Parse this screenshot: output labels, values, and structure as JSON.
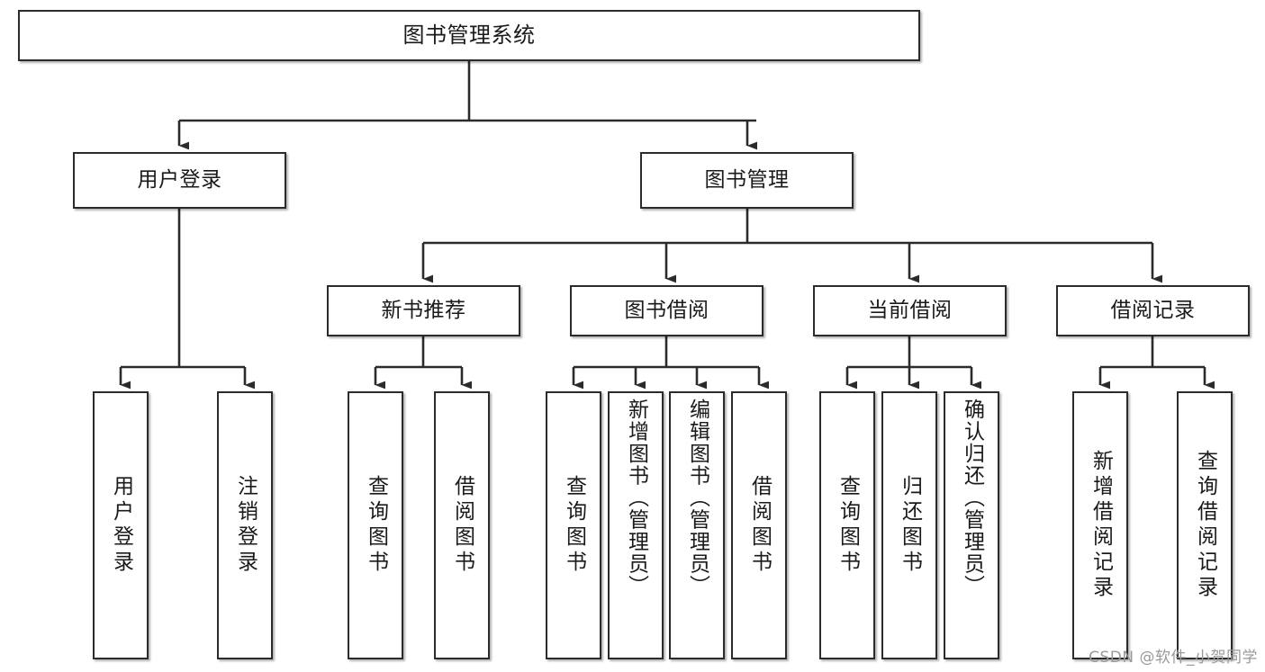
{
  "diagram": {
    "title": "图书管理系统",
    "type": "tree-hierarchy",
    "root": {
      "label": "图书管理系统"
    },
    "level2": [
      {
        "label": "用户登录"
      },
      {
        "label": "图书管理"
      }
    ],
    "level3": [
      {
        "label": "新书推荐"
      },
      {
        "label": "图书借阅"
      },
      {
        "label": "当前借阅"
      },
      {
        "label": "借阅记录"
      }
    ],
    "leaves": [
      {
        "label": "用户登录",
        "parent": "用户登录"
      },
      {
        "label": "注销登录",
        "parent": "用户登录"
      },
      {
        "label": "查询图书",
        "parent": "新书推荐"
      },
      {
        "label": "借阅图书",
        "parent": "新书推荐"
      },
      {
        "label": "查询图书",
        "parent": "图书借阅"
      },
      {
        "label": "新增图书（管理员）",
        "parent": "图书借阅"
      },
      {
        "label": "编辑图书（管理员）",
        "parent": "图书借阅"
      },
      {
        "label": "借阅图书",
        "parent": "图书借阅"
      },
      {
        "label": "查询图书",
        "parent": "当前借阅"
      },
      {
        "label": "归还图书",
        "parent": "当前借阅"
      },
      {
        "label": "确认归还（管理员）",
        "parent": "当前借阅"
      },
      {
        "label": "新增借阅记录",
        "parent": "借阅记录"
      },
      {
        "label": "查询借阅记录",
        "parent": "借阅记录"
      }
    ],
    "colors": {
      "stroke": "#2b2b2b",
      "fill": "#ffffff",
      "text": "#1a1a1a",
      "watermark": "#9a9a9a"
    }
  },
  "watermark": {
    "text": "CSDN @软件_小贺同学"
  }
}
